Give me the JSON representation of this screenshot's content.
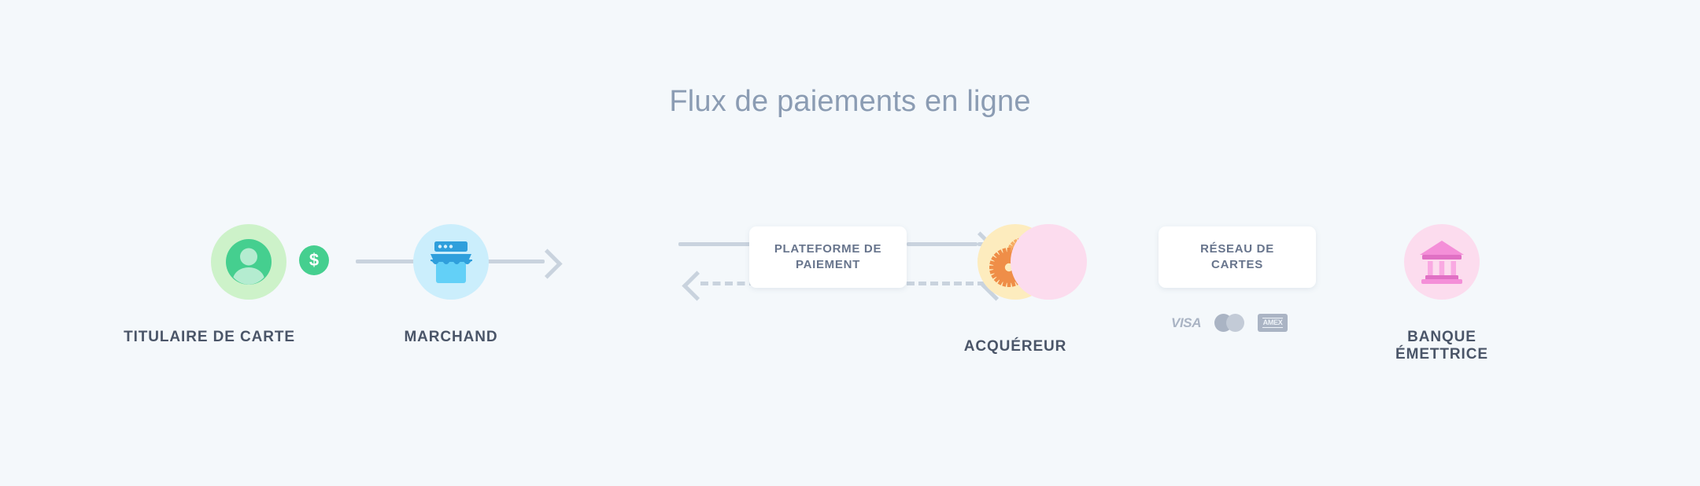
{
  "title": "Flux de paiements en ligne",
  "colors": {
    "background": "#f4f8fb",
    "title": "#8b9cb3",
    "node_label": "#4a5568",
    "connector": "#c9d3de",
    "card_text": "#67748c",
    "cardholder": "#45cf8f",
    "merchant": "#4fc3f7",
    "acquirer": "#f5943f",
    "issuer": "#f48fd8"
  },
  "nodes": [
    {
      "id": "cardholder",
      "label": "TITULAIRE DE CARTE",
      "icon": "person-icon",
      "badge": "$"
    },
    {
      "id": "merchant",
      "label": "MARCHAND",
      "icon": "storefront-icon"
    },
    {
      "id": "acquirer",
      "label": "ACQUÉREUR",
      "icon": "gears-icon"
    },
    {
      "id": "issuer",
      "label": "BANQUE\nÉMETTRICE",
      "icon": "bank-icon"
    }
  ],
  "cards": [
    {
      "id": "payment-platform",
      "label": "PLATEFORME DE\nPAIEMENT"
    },
    {
      "id": "card-network",
      "label": "RÉSEAU DE\nCARTES"
    }
  ],
  "card_brands": [
    {
      "id": "visa",
      "label": "VISA"
    },
    {
      "id": "mastercard",
      "label": ""
    },
    {
      "id": "amex",
      "label": "AMEX"
    }
  ]
}
